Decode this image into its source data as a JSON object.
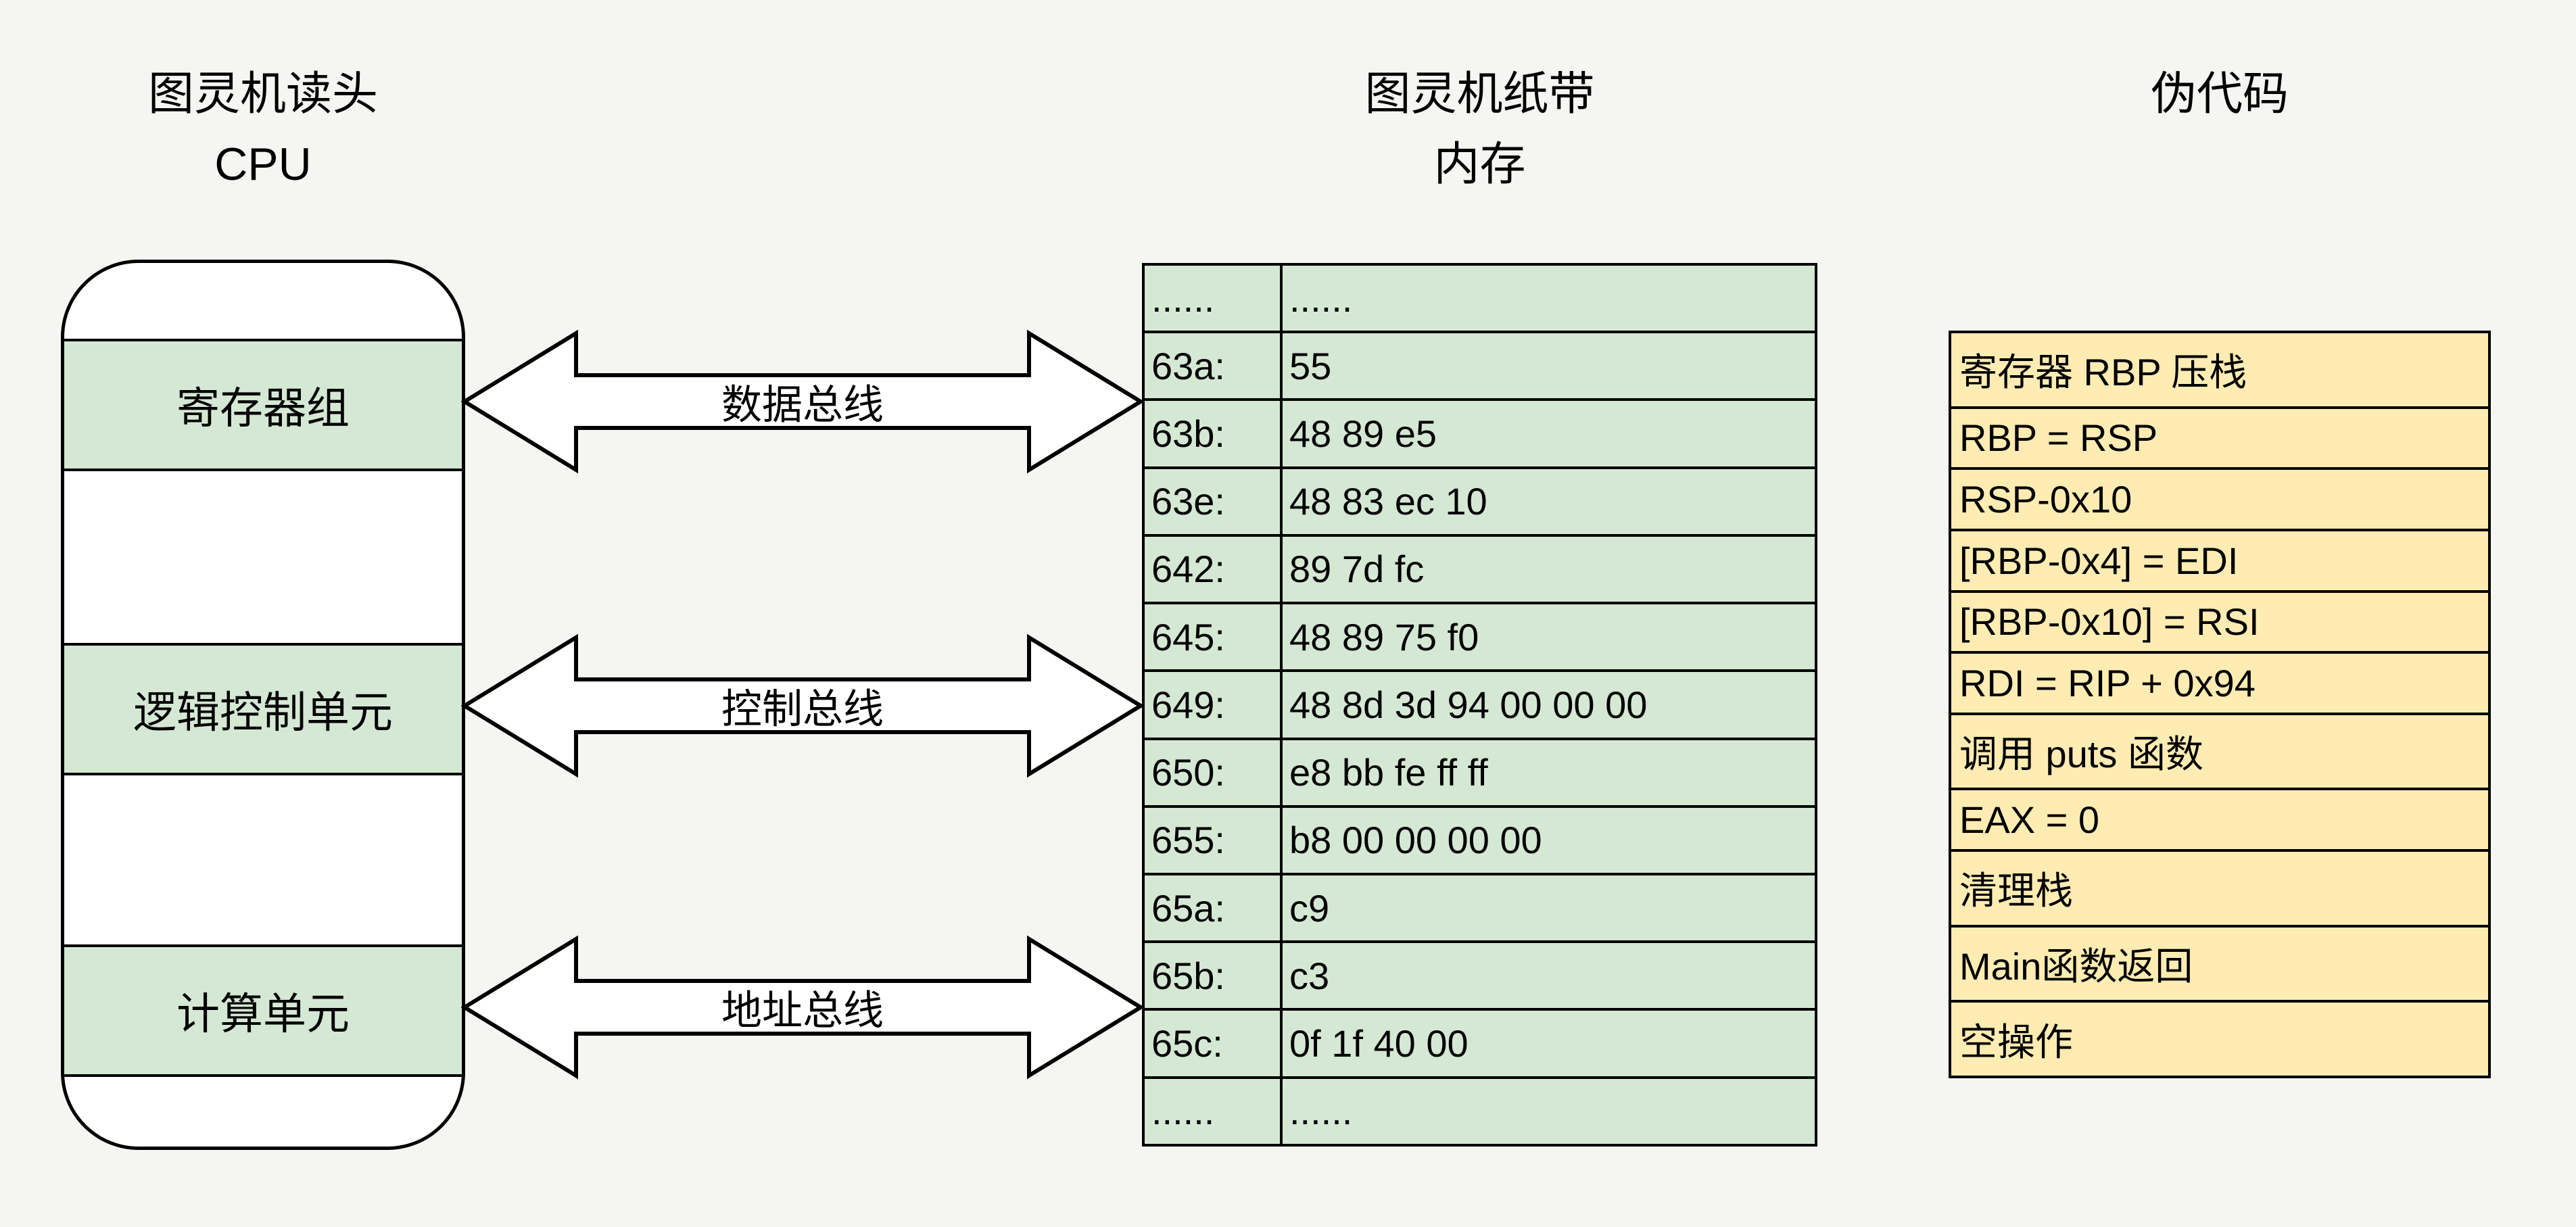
{
  "background": "#f5f5f2",
  "colors": {
    "green_fill": "#d5e8d4",
    "yellow_fill": "#ffecb3",
    "border": "#000000",
    "arrow_fill": "#ffffff"
  },
  "cpu": {
    "title_line1": "图灵机读头",
    "title_line2": "CPU",
    "sections": [
      {
        "label": "寄存器组"
      },
      {
        "label": "逻辑控制单元"
      },
      {
        "label": "计算单元"
      }
    ]
  },
  "buses": [
    {
      "label": "数据总线"
    },
    {
      "label": "控制总线"
    },
    {
      "label": "地址总线"
    }
  ],
  "memory": {
    "title_line1": "图灵机纸带",
    "title_line2": "内存",
    "rows": [
      {
        "address": "......",
        "bytes": "......"
      },
      {
        "address": "63a:",
        "bytes": "55"
      },
      {
        "address": "63b:",
        "bytes": "48 89 e5"
      },
      {
        "address": "63e:",
        "bytes": "48 83 ec 10"
      },
      {
        "address": "642:",
        "bytes": "89 7d fc"
      },
      {
        "address": "645:",
        "bytes": "48 89 75 f0"
      },
      {
        "address": "649:",
        "bytes": "48 8d 3d 94 00 00 00"
      },
      {
        "address": "650:",
        "bytes": "e8 bb fe ff ff"
      },
      {
        "address": "655:",
        "bytes": "b8 00 00 00 00"
      },
      {
        "address": "65a:",
        "bytes": "c9"
      },
      {
        "address": "65b:",
        "bytes": "c3"
      },
      {
        "address": "65c:",
        "bytes": "0f 1f 40 00"
      },
      {
        "address": "......",
        "bytes": "......"
      }
    ]
  },
  "pseudocode": {
    "title": "伪代码",
    "rows": [
      "寄存器 RBP 压栈",
      "RBP = RSP",
      "RSP-0x10",
      "[RBP-0x4] = EDI",
      "[RBP-0x10] = RSI",
      "RDI = RIP + 0x94",
      "调用 puts 函数",
      "EAX = 0",
      "清理栈",
      "Main函数返回",
      "空操作"
    ]
  }
}
